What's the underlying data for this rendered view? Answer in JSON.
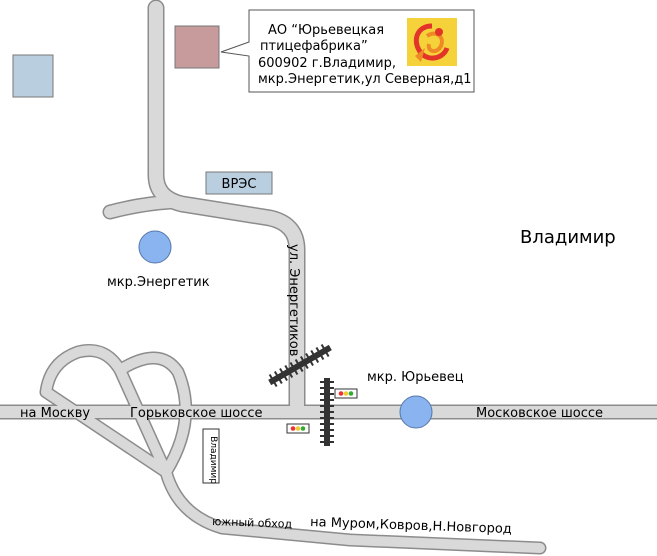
{
  "callout": {
    "company_line1": "АО “Юрьевецкая",
    "company_line2": "птицефабрика”",
    "address_line1": "600902 г.Владимир,",
    "address_line2": "мкр.Энергетик,ул Северная,д1"
  },
  "labels": {
    "vres": "ВРЭС",
    "city": "Владимир",
    "district_energetik": "мкр.Энергетик",
    "district_yurievets": "мкр. Юрьевец",
    "street_energetikov": "ул. Энергетиков",
    "to_moscow": "на Москву",
    "gorkovskoe": "Горьковское шоссе",
    "moskovskoe": "Московское шоссе",
    "vladimir_sign": "Владимир",
    "bypass": "южный обход",
    "to_murom": "на Муром,Ковров,Н.Новгород"
  },
  "colors": {
    "road_fill": "#d9d9d9",
    "road_edge": "#8c8c8c",
    "block_blue": "#b9cfe0",
    "block_pink": "#c79a9c",
    "circle_blue": "#8ab4f0",
    "rail": "#333333",
    "logo_bg": "#f6d23a",
    "logo_red": "#e3342a",
    "logo_orange": "#ee8a26"
  },
  "icons": {
    "logo": "rooster-logo-icon",
    "traffic_light": "traffic-light-icon",
    "district_marker": "circle-marker-icon",
    "railway": "railway-crossing-icon"
  }
}
